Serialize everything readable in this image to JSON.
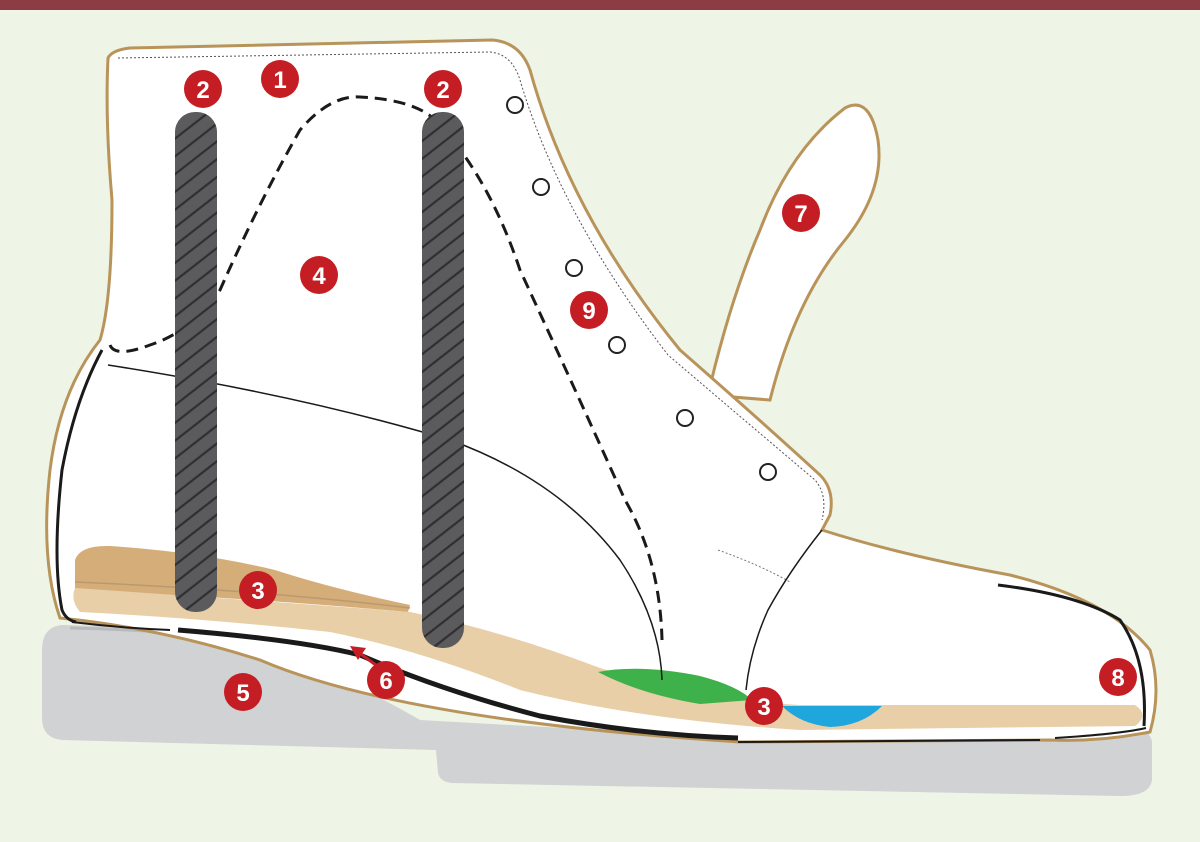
{
  "colors": {
    "top_bar": "#8b3c44",
    "background": "#eef4e6",
    "boot_outline": "#b8945a",
    "boot_fill": "#ffffff",
    "sole": "#d1d2d4",
    "sole_edge": "#b9babc",
    "insole_light": "#e8cfa7",
    "insole_dark": "#d5ad79",
    "stiffener": "#5b5b5d",
    "toe_green": "#3fb14a",
    "toe_blue": "#1fa6dc",
    "marker_red": "#c41e24",
    "line_dark": "#1a1a1a"
  },
  "markers": {
    "m1": "1",
    "m2a": "2",
    "m2b": "2",
    "m3a": "3",
    "m3b": "3",
    "m4": "4",
    "m5": "5",
    "m6": "6",
    "m7": "7",
    "m8": "8",
    "m9": "9"
  }
}
